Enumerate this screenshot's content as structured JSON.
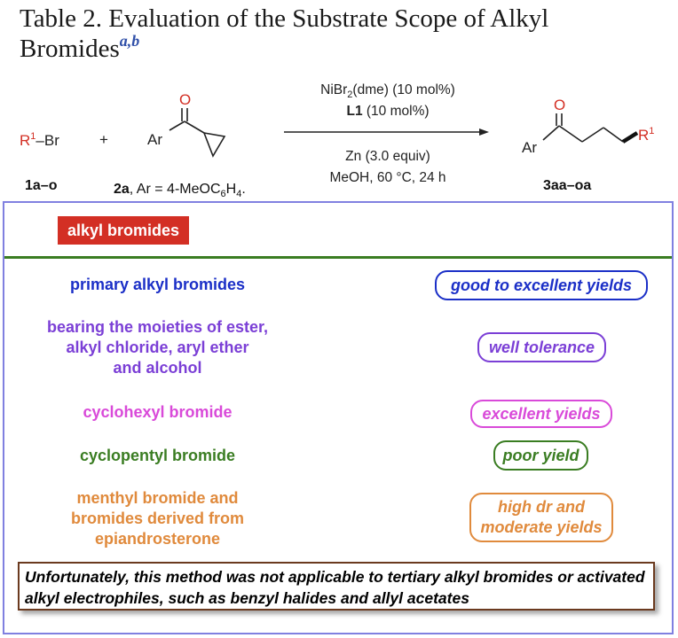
{
  "title": {
    "line1": "Table 2. Evaluation of the Substrate Scope of Alkyl",
    "line2": "Bromides",
    "footnote_marks": "a,b"
  },
  "scheme": {
    "reagent1": {
      "r_symbol": "R",
      "sup": "1",
      "rest": "–Br",
      "id": "1a–o"
    },
    "plus": "+",
    "reagent2": {
      "atom_o": "O",
      "atom_ar": "Ar",
      "id_bold": "2a",
      "id_rest": ", Ar = 4-MeOC",
      "id_sub1": "6",
      "id_h": "H",
      "id_sub2": "4",
      "id_end": "."
    },
    "conditions": {
      "line1_pre": "NiBr",
      "line1_sub": "2",
      "line1_post": "(dme) (10 mol%)",
      "line2_bold": "L1",
      "line2_rest": " (10 mol%)",
      "line3": "Zn (3.0 equiv)",
      "line4": "MeOH, 60 °C, 24 h"
    },
    "product": {
      "atom_o": "O",
      "atom_ar": "Ar",
      "r_symbol": "R",
      "r_sup": "1",
      "id": "3aa–oa"
    }
  },
  "category_label": "alkyl bromides",
  "rows": [
    {
      "substrate": [
        "primary alkyl bromides"
      ],
      "result": [
        "good to excellent yields"
      ],
      "color": "#1b2fc7"
    },
    {
      "substrate": [
        "bearing the moieties of ester,",
        "alkyl chloride, aryl ether",
        "and alcohol"
      ],
      "result": [
        "well tolerance"
      ],
      "color": "#7b3fd6"
    },
    {
      "substrate": [
        "cyclohexyl bromide"
      ],
      "result": [
        "excellent yields"
      ],
      "color": "#d94ad9"
    },
    {
      "substrate": [
        "cyclopentyl bromide"
      ],
      "result": [
        "poor yield"
      ],
      "color": "#3a7d22"
    },
    {
      "substrate": [
        "menthyl bromide and",
        "bromides derived from",
        "epiandrosterone"
      ],
      "result": [
        "high dr and",
        "moderate yields"
      ],
      "color": "#e08a3c"
    }
  ],
  "note": "Unfortunately, this method was not applicable to tertiary alkyl bromides or activated alkyl electrophiles, such as benzyl halides and allyl acetates",
  "colors": {
    "panel_border": "#8080e0",
    "label_bg": "#d32f24",
    "divider": "#3a7d22",
    "note_border": "#6b3a1f",
    "red_atom": "#d32f24"
  }
}
